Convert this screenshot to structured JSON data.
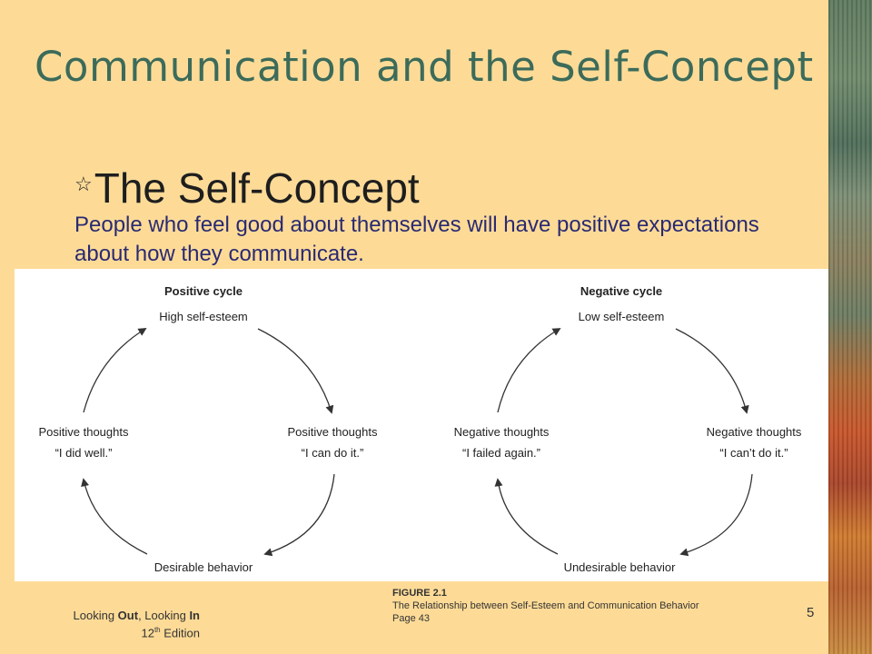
{
  "slide": {
    "title": "Communication and the Self-Concept",
    "subheading": "The Self-Concept",
    "bullet_icon": "hollow-star-icon",
    "body": "People who feel good about themselves will have positive expectations about how they communicate.",
    "page_number": "5"
  },
  "diagram": {
    "positive_cycle": {
      "heading": "Positive cycle",
      "top": "High self-esteem",
      "right_title": "Positive thoughts",
      "right_quote": "“I can do it.”",
      "bottom": "Desirable behavior",
      "left_title": "Positive thoughts",
      "left_quote": "“I did well.”"
    },
    "negative_cycle": {
      "heading": "Negative cycle",
      "top": "Low self-esteem",
      "right_title": "Negative thoughts",
      "right_quote": "“I can’t do it.”",
      "bottom": "Undesirable behavior",
      "left_title": "Negative thoughts",
      "left_quote": "“I failed again.”"
    }
  },
  "caption": {
    "label": "FIGURE 2.1",
    "text": "The Relationship between Self-Esteem and Communication Behavior",
    "page": "Page 43"
  },
  "footer": {
    "w1": "Looking ",
    "w2": "Out",
    "w3": ", Looking ",
    "w4": "In",
    "ed_num": "12",
    "ed_sup": "th",
    "ed_word": " Edition"
  },
  "colors": {
    "background": "#FDDB97",
    "title": "#3C6B5A",
    "body_text": "#2A2A72",
    "arrow": "#333333"
  }
}
